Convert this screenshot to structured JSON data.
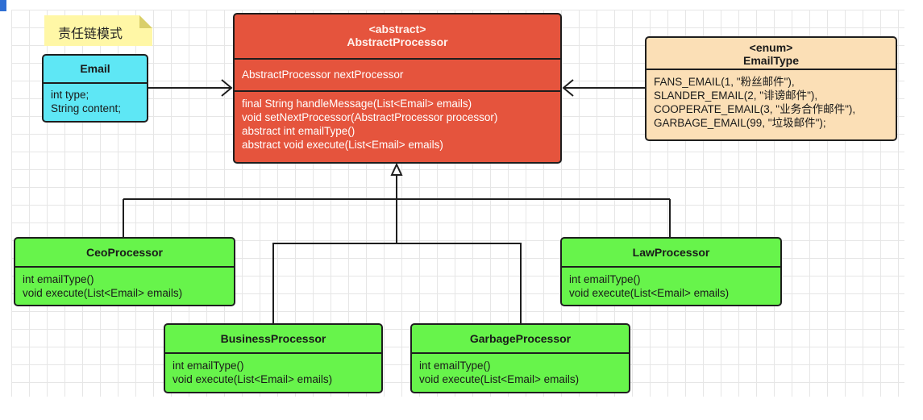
{
  "diagram": {
    "note": {
      "text": "责任链模式"
    },
    "email_class": {
      "name": "Email",
      "fields": [
        "int type;",
        "String content;"
      ]
    },
    "abstract_processor": {
      "stereotype": "<abstract>",
      "name": "AbstractProcessor",
      "fields": [
        "AbstractProcessor nextProcessor"
      ],
      "methods": [
        "final String handleMessage(List<Email> emails)",
        "void setNextProcessor(AbstractProcessor processor)",
        "abstract int emailType()",
        "abstract void execute(List<Email> emails)"
      ]
    },
    "email_type_enum": {
      "stereotype": "<enum>",
      "name": "EmailType",
      "values": [
        "FANS_EMAIL(1, \"粉丝邮件\"),",
        "SLANDER_EMAIL(2, \"诽谤邮件\"),",
        "COOPERATE_EMAIL(3, \"业务合作邮件\"),",
        "GARBAGE_EMAIL(99, \"垃圾邮件\");"
      ]
    },
    "ceo_processor": {
      "name": "CeoProcessor",
      "methods": [
        "int emailType()",
        "void execute(List<Email> emails)"
      ]
    },
    "law_processor": {
      "name": "LawProcessor",
      "methods": [
        "int emailType()",
        "void execute(List<Email> emails)"
      ]
    },
    "business_processor": {
      "name": "BusinessProcessor",
      "methods": [
        "int emailType()",
        "void execute(List<Email> emails)"
      ]
    },
    "garbage_processor": {
      "name": "GarbageProcessor",
      "methods": [
        "int emailType()",
        "void execute(List<Email> emails)"
      ]
    }
  },
  "colors": {
    "email_fill": "#5ee7f5",
    "abstract_fill": "#e5543d",
    "enum_fill": "#fbdfb6",
    "processor_fill": "#67f44b",
    "note_fill": "#fff7a6",
    "canvas_grid": "#e6e6e6"
  }
}
